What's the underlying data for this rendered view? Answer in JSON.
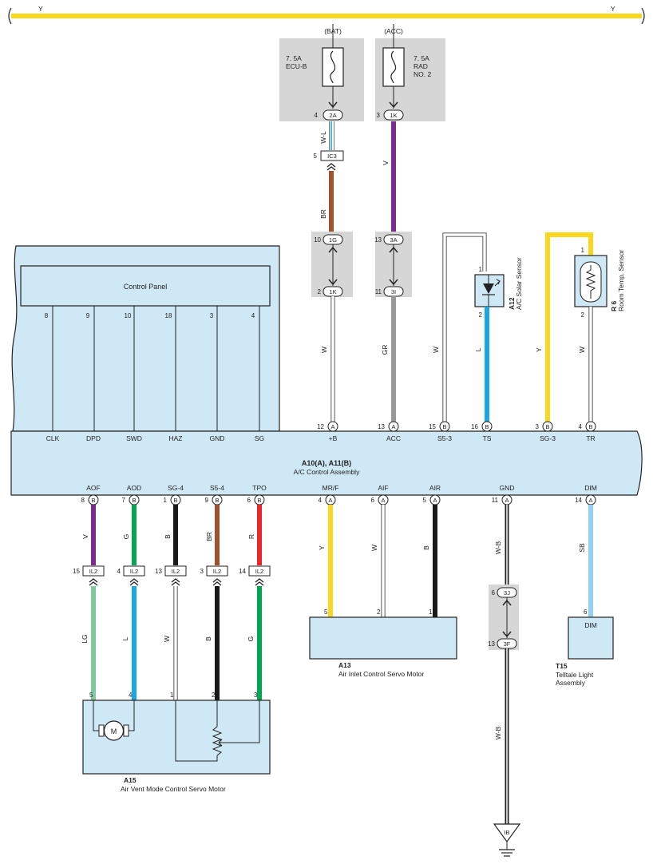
{
  "top_bus": {
    "left": "Y",
    "right": "Y"
  },
  "fuses": {
    "bat": {
      "source": "(BAT)",
      "rating": "7. 5A",
      "name": "ECU-B",
      "pin": "4",
      "conn": "2A"
    },
    "acc": {
      "source": "(ACC)",
      "rating": "7. 5A",
      "name_l1": "RAD",
      "name_l2": "NO. 2",
      "pin": "3",
      "conn": "1K"
    }
  },
  "wires": {
    "wl": "W-L",
    "br_upper": "BR",
    "v_upper": "V",
    "w_upper": "W",
    "gr": "GR",
    "w_s53": "W",
    "l_ts": "L",
    "y_sg3": "Y",
    "w_tr": "W",
    "aof": "V",
    "aod": "G",
    "sg4": "B",
    "s54": "BR",
    "tpo": "R",
    "mrf": "Y",
    "aif": "W",
    "air": "B",
    "gnd": "W-B",
    "dim": "SB",
    "lg": "LG",
    "l": "L",
    "w": "W",
    "b": "B",
    "g": "G",
    "gnd_lower": "W-B"
  },
  "connectors": {
    "ic3": {
      "pin": "5",
      "label": "IC3"
    },
    "c1g": {
      "pin": "10",
      "label": "1G"
    },
    "c1k": {
      "pin": "2",
      "label": "1K"
    },
    "c3a": {
      "pin": "13",
      "label": "3A"
    },
    "c3i": {
      "pin": "11",
      "label": "3I"
    },
    "c3j": {
      "pin": "6",
      "label": "3J"
    },
    "c3f": {
      "pin": "13",
      "label": "3F"
    },
    "ground": "IB",
    "il2": {
      "label": "IL2",
      "pins": [
        "15",
        "4",
        "13",
        "3",
        "14"
      ]
    }
  },
  "control_panel": {
    "title": "Control Panel",
    "pins": [
      "8",
      "9",
      "10",
      "18",
      "3",
      "4"
    ]
  },
  "ac_control": {
    "title": "A10(A), A11(B)",
    "subtitle": "A/C Control Assembly",
    "top_terms": [
      {
        "name": "CLK"
      },
      {
        "name": "DPD"
      },
      {
        "name": "SWD"
      },
      {
        "name": "HAZ"
      },
      {
        "name": "GND"
      },
      {
        "name": "SG"
      },
      {
        "name": "+B",
        "pin": "12",
        "conn": "A"
      },
      {
        "name": "ACC",
        "pin": "13",
        "conn": "A"
      },
      {
        "name": "S5-3",
        "pin": "15",
        "conn": "B"
      },
      {
        "name": "TS",
        "pin": "16",
        "conn": "B"
      },
      {
        "name": "SG-3",
        "pin": "3",
        "conn": "B"
      },
      {
        "name": "TR",
        "pin": "4",
        "conn": "B"
      }
    ],
    "bottom_terms": [
      {
        "name": "AOF",
        "pin": "8",
        "conn": "B"
      },
      {
        "name": "AOD",
        "pin": "7",
        "conn": "B"
      },
      {
        "name": "SG-4",
        "pin": "1",
        "conn": "B"
      },
      {
        "name": "S5-4",
        "pin": "9",
        "conn": "B"
      },
      {
        "name": "TPO",
        "pin": "6",
        "conn": "B"
      },
      {
        "name": "MR/F",
        "pin": "4",
        "conn": "A"
      },
      {
        "name": "AIF",
        "pin": "6",
        "conn": "A"
      },
      {
        "name": "AIR",
        "pin": "5",
        "conn": "A"
      },
      {
        "name": "GND",
        "pin": "11",
        "conn": "A"
      },
      {
        "name": "DIM",
        "pin": "14",
        "conn": "A"
      }
    ]
  },
  "sensors": {
    "solar": {
      "code": "A12",
      "name": "A/C Solar Sensor",
      "pin_top": "1",
      "pin_bottom": "2"
    },
    "room": {
      "code": "R 6",
      "name": "Room Temp. Sensor",
      "pin_top": "1",
      "pin_bottom": "2"
    }
  },
  "components": {
    "a13": {
      "code": "A13",
      "name": "Air Inlet Control Servo Motor",
      "pins": [
        "5",
        "2",
        "1"
      ]
    },
    "t15": {
      "code": "T15",
      "name_l1": "Telltale Light",
      "name_l2": "Assembly",
      "pin": "6",
      "term": "DIM"
    },
    "a15": {
      "code": "A15",
      "name": "Air Vent Mode Control Servo Motor",
      "pins": [
        "5",
        "4",
        "1",
        "2",
        "3"
      ],
      "motor": "M"
    }
  },
  "colors": {
    "yellow": "#f9d71c",
    "violet": "#7b2d8e",
    "brown": "#a0522d",
    "gray": "#999999",
    "lightblue": "#1aa7e8",
    "skyblue": "#8fd3f0",
    "green": "#00a651",
    "lightgreen": "#7fc9a0",
    "red": "#e8262d",
    "black": "#1a1a1a",
    "panel": "#cfe8f6",
    "shade": "#d6d6d6"
  }
}
